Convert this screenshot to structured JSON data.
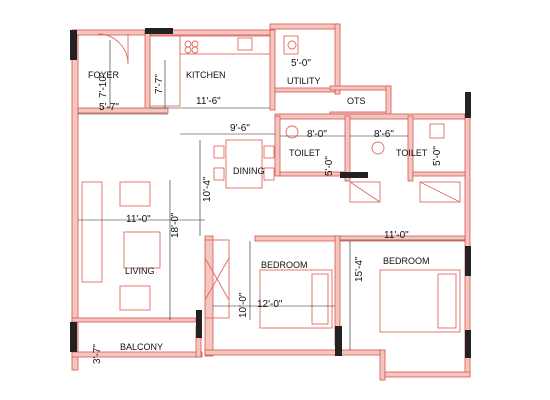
{
  "rooms": {
    "foyer": "FOYER",
    "kitchen": "KITCHEN",
    "utility": "UTILITY",
    "ots": "OTS",
    "toilet1": "TOILET",
    "toilet2": "TOILET",
    "dining": "DINING",
    "living": "LIVING",
    "bedroom1": "BEDROOM",
    "bedroom2": "BEDROOM",
    "balcony": "BALCONY"
  },
  "dimensions": {
    "foyer_v": "7'-10\"",
    "kitchen_v": "7'-7\"",
    "utility_h": "5'-0\"",
    "foyer_h": "5'-7\"",
    "kitchen_h": "11'-6\"",
    "dining_h": "9'-6\"",
    "toilet1_h": "8'-0\"",
    "toilet1_v": "5'-0\"",
    "toilet2_h": "8'-6\"",
    "toilet2_v": "5'-0\"",
    "dining_v": "10'-4\"",
    "living_h": "11'-0\"",
    "living_v": "18'-0\"",
    "bedroom2_h": "11'-0\"",
    "bedroom2_v": "15'-4\"",
    "bedroom1_v": "10'-0\"",
    "bedroom1_h": "12'-0\"",
    "balcony_v": "3'-7\""
  }
}
